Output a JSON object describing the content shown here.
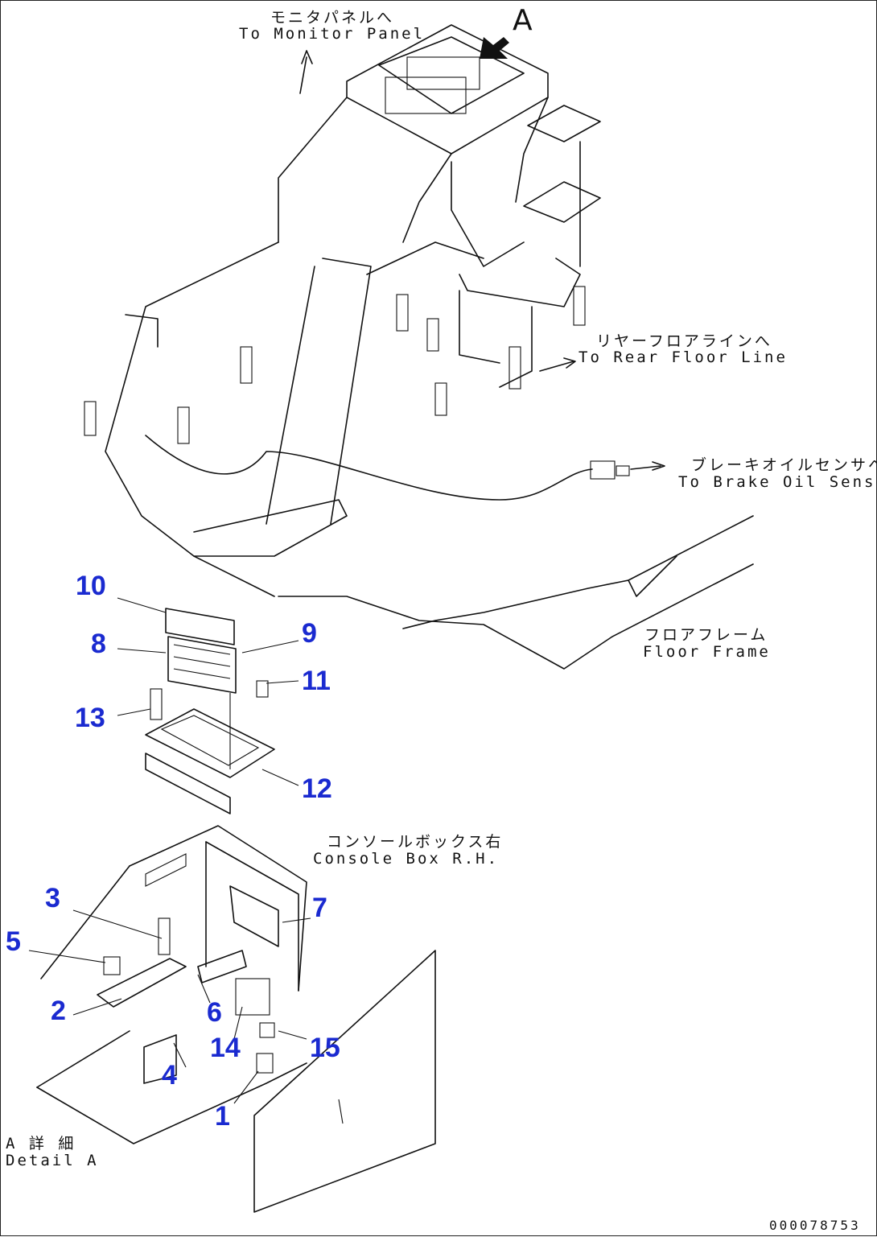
{
  "view_letter": "A",
  "callouts": [
    {
      "text": "モニタパネルへ"
    },
    {
      "text": "To Monitor Panel"
    },
    {
      "text": "リヤーフロアラインへ"
    },
    {
      "text": "To Rear Floor Line"
    },
    {
      "text": "ブレーキオイルセンサへ"
    },
    {
      "text": "To Brake Oil Sensor"
    },
    {
      "text": "フロアフレーム"
    },
    {
      "text": "Floor Frame"
    },
    {
      "text": "コンソールボックス右"
    },
    {
      "text": "Console Box R.H."
    },
    {
      "text": "A 詳 細"
    },
    {
      "text": "Detail A"
    },
    {
      "text": "000078753"
    }
  ],
  "part_numbers": [
    "10",
    "8",
    "9",
    "11",
    "13",
    "12",
    "3",
    "7",
    "5",
    "2",
    "6",
    "14",
    "15",
    "4",
    "1"
  ],
  "colors": {
    "line": "#111111",
    "part_number": "#1a2ad0",
    "background": "#ffffff"
  }
}
